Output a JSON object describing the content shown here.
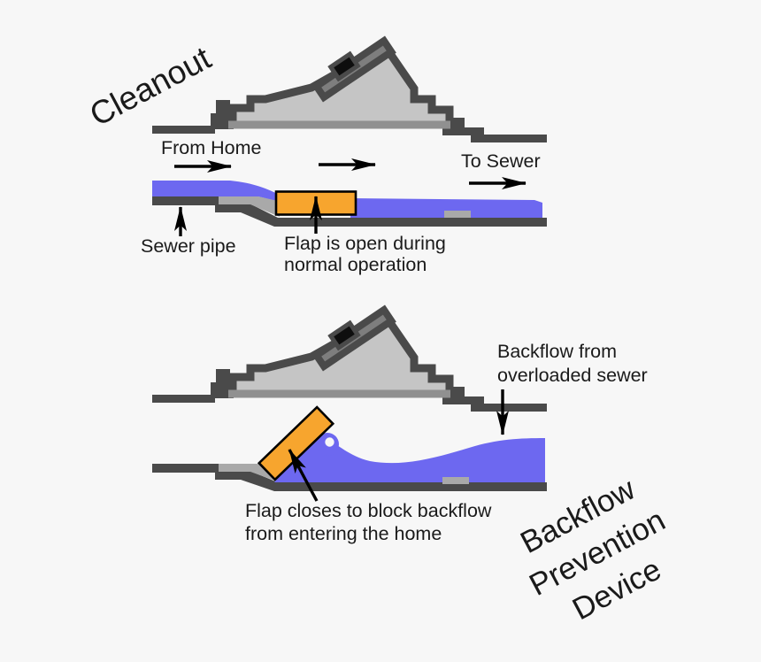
{
  "colors": {
    "bg": "#f7f7f7",
    "ink": "#1a1a1a",
    "dark": "#4a4a4a",
    "body": "#c5c5c5",
    "mid": "#7e7e7e",
    "step": "#a9a9a9",
    "strip": "#909090",
    "water": "#6d68f0",
    "flap": "#f7a52e"
  },
  "top_diagram": {
    "cleanout_label": "Cleanout",
    "from_home_label": "From Home",
    "to_sewer_label": "To Sewer",
    "sewer_pipe_label": "Sewer pipe",
    "flap_note_line1": "Flap is open during",
    "flap_note_line2": "normal operation"
  },
  "bottom_diagram": {
    "backflow_note_line1": "Backflow from",
    "backflow_note_line2": "overloaded sewer",
    "flap_note_line1": "Flap closes to block backflow",
    "flap_note_line2": "from entering the home",
    "device_label_line1": "Backflow",
    "device_label_line2": "Prevention",
    "device_label_line3": "Device"
  }
}
